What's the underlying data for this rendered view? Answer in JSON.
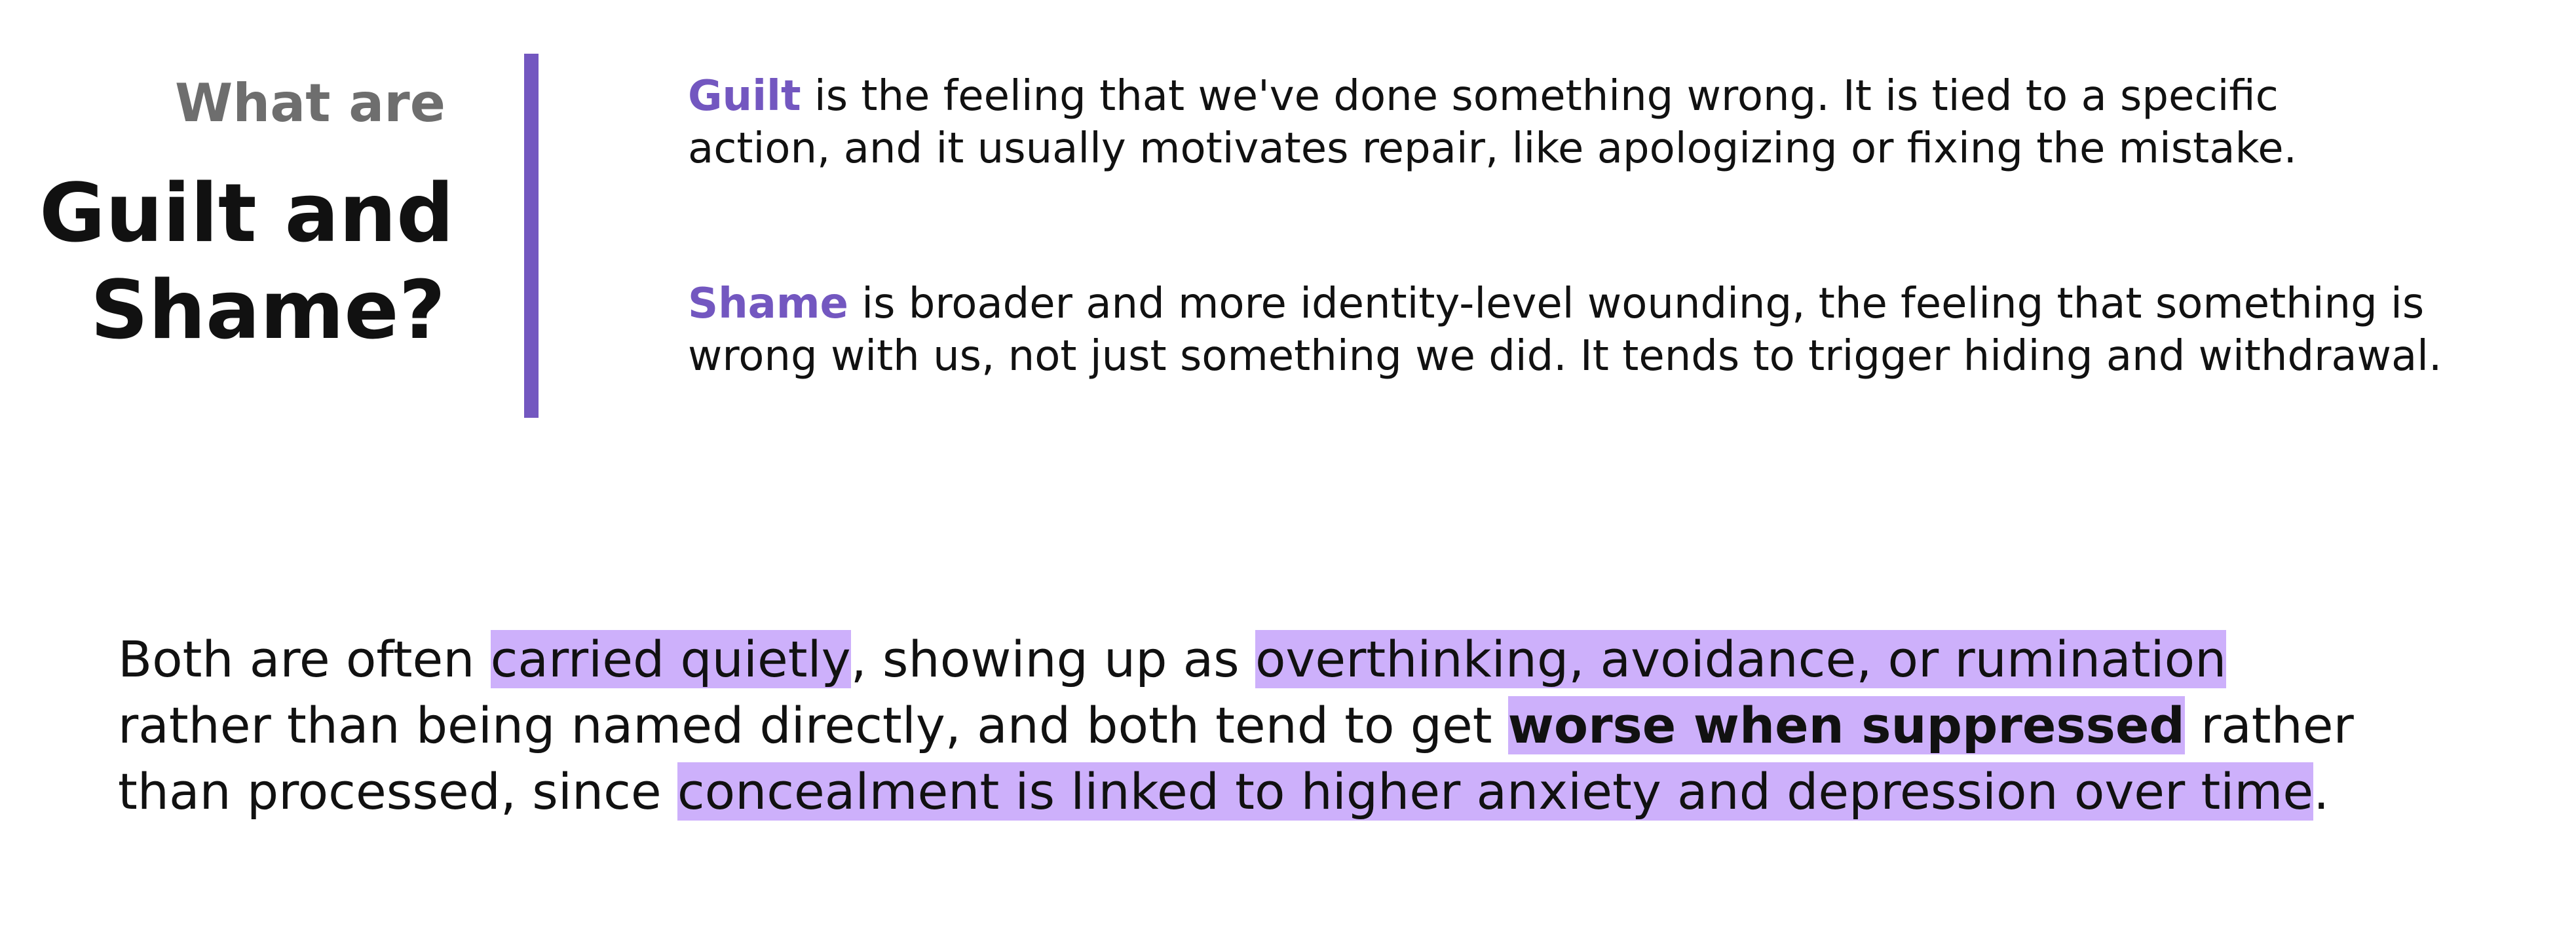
{
  "title": {
    "kicker": "What are",
    "main_line1": "Guilt and",
    "main_line2": "Shame?"
  },
  "colors": {
    "accent": "#7357c0",
    "highlight": "#cdb0fb",
    "kicker_gray": "#6e6e6e",
    "text": "#111111"
  },
  "definitions": {
    "guilt": {
      "term": "Guilt",
      "line1_rest": " is the feeling that we've done something wrong. It is tied to a specific",
      "line2": "action, and it usually motivates repair, like apologizing or fixing the mistake."
    },
    "shame": {
      "term": "Shame",
      "line1_rest": " is broader and more identity-level wounding, the feeling that something is",
      "line2": "wrong with us, not just something we did. It tends to trigger hiding and withdrawal."
    }
  },
  "summary": {
    "l1_a": "Both are often ",
    "l1_hl1": "carried quietly",
    "l1_b": ", showing up as ",
    "l1_hl2": "overthinking, avoidance, or rumination",
    "l2_a": "rather than being named directly, and both tend to get ",
    "l2_hl": "worse when suppressed",
    "l2_b": " rather",
    "l3_a": "than processed, since ",
    "l3_hl": "concealment is linked to higher anxiety and depression over time",
    "l3_b": "."
  }
}
